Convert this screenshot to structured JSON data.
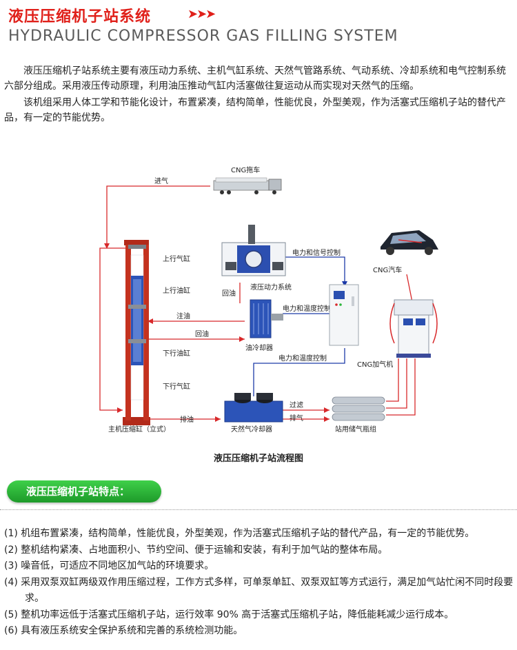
{
  "header": {
    "title_cn": "液压压缩机子站系统",
    "arrows": "➤➤➤",
    "title_en": "HYDRAULIC COMPRESSOR GAS FILLING  SYSTEM"
  },
  "intro": [
    "液压压缩机子站系统主要有液压动力系统、主机气缸系统、天然气管路系统、气动系统、冷却系统和电气控制系统六部分组成。采用液压传动原理，利用油压推动气缸内活塞做往复运动从而实现对天然气的压缩。",
    "该机组采用人体工学和节能化设计，布置紧凑，结构简单，性能优良，外型美观，作为活塞式压缩机子站的替代产品，有一定的节能优势。"
  ],
  "diagram": {
    "cng_trailer": "CNG拖车",
    "inlet": "进气",
    "upper_gas_cyl": "上行气缸",
    "upper_oil_cyl": "上行油缸",
    "lower_oil_cyl": "下行油缸",
    "lower_gas_cyl": "下行气缸",
    "main_cylinder": "主机压缩缸（立式）",
    "hydraulic_power": "液压动力系统",
    "return_oil_1": "回油",
    "inject_oil": "注油",
    "return_oil_2": "回油",
    "oil_cooler": "油冷却器",
    "power_signal": "电力和信号控制",
    "power_temp": "电力和温度控制",
    "power_temp_2": "电力和温度控制",
    "cng_car": "CNG汽车",
    "cng_dispenser": "CNG加气机",
    "drain_oil": "排油",
    "gas_cooler": "天然气冷却器",
    "filter": "过滤",
    "exhaust": "排气",
    "storage": "站用储气瓶组"
  },
  "caption": "液压压缩机子站流程图",
  "features_title": "液压压缩机子站特点：",
  "features": [
    "(1) 机组布置紧凑，结构简单，性能优良，外型美观，作为活塞式压缩机子站的替代产品，有一定的节能优势。",
    "(2) 整机结构紧凑、占地面积小、节约空间、便于运输和安装，有利于加气站的整体布局。",
    "(3) 噪音低，可适应不同地区加气站的环境要求。",
    "(4) 采用双泵双缸两级双作用压缩过程，工作方式多样，可单泵单缸、双泵双缸等方式运行，满足加气站忙闲不同时段要求。",
    "(5) 整机功率远低于活塞式压缩机子站，运行效率 90% 高于活塞式压缩机子站，降低能耗减少运行成本。",
    "(6) 具有液压系统安全保护系统和完善的系统检测功能。"
  ],
  "colors": {
    "accent_red": "#e0201a",
    "pipe_red": "#d8282a",
    "pipe_blue": "#1c3aa8",
    "pill_green": "#2cb53a"
  }
}
